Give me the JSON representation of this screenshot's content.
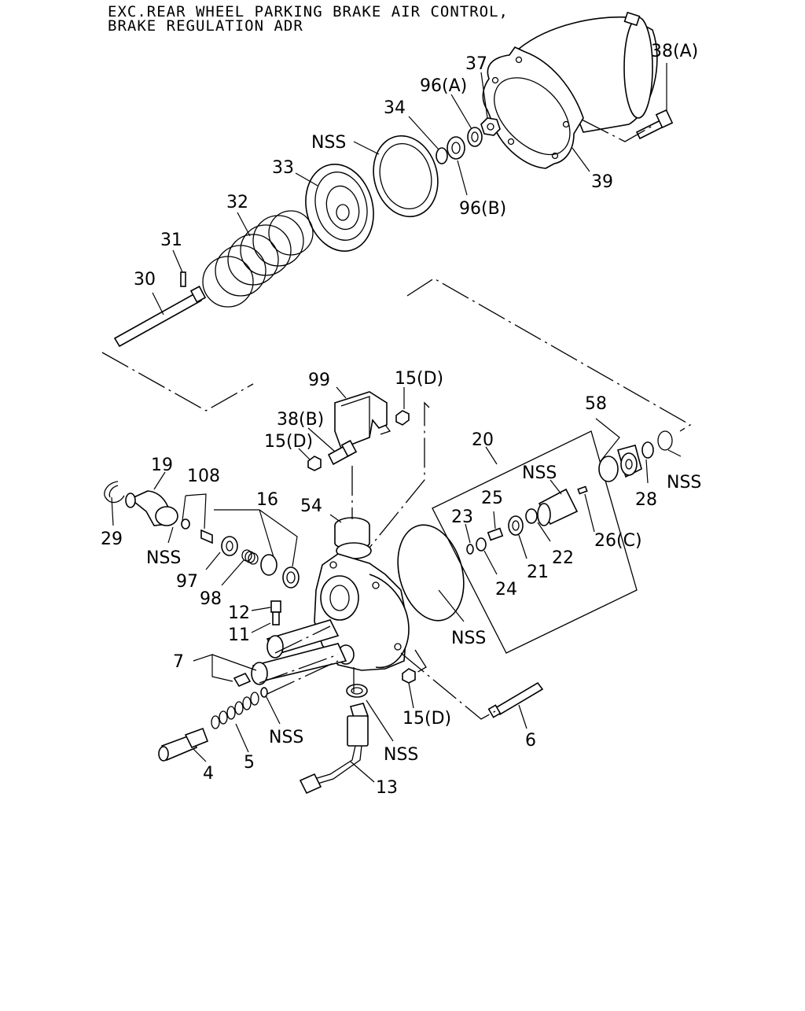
{
  "header": {
    "line1": "EXC.REAR WHEEL PARKING BRAKE AIR CONTROL,",
    "line2": "BRAKE REGULATION ADR"
  },
  "callouts": {
    "c38a": "38(A)",
    "c37": "37",
    "c96a": "96(A)",
    "c34": "34",
    "cnss_top": "NSS",
    "c33": "33",
    "c96b": "96(B)",
    "c39": "39",
    "c32": "32",
    "c31": "31",
    "c30": "30",
    "c99": "99",
    "c15d_a": "15(D)",
    "c38b": "38(B)",
    "c15d_b": "15(D)",
    "c20": "20",
    "c58": "58",
    "c19": "19",
    "c108": "108",
    "c16": "16",
    "cnss_valve": "NSS",
    "c25": "25",
    "c23": "23",
    "c54": "54",
    "cnss_r1": "NSS",
    "c28": "28",
    "c29": "29",
    "cnss_19": "NSS",
    "c26c": "26(C)",
    "c22": "22",
    "c21": "21",
    "c24": "24",
    "c97": "97",
    "c98": "98",
    "cnss_gasket": "NSS",
    "c12": "12",
    "c11": "11",
    "c7": "7",
    "c15d_c": "15(D)",
    "c6": "6",
    "cnss_5": "NSS",
    "cnss_13": "NSS",
    "c4": "4",
    "c5": "5",
    "c13": "13"
  }
}
